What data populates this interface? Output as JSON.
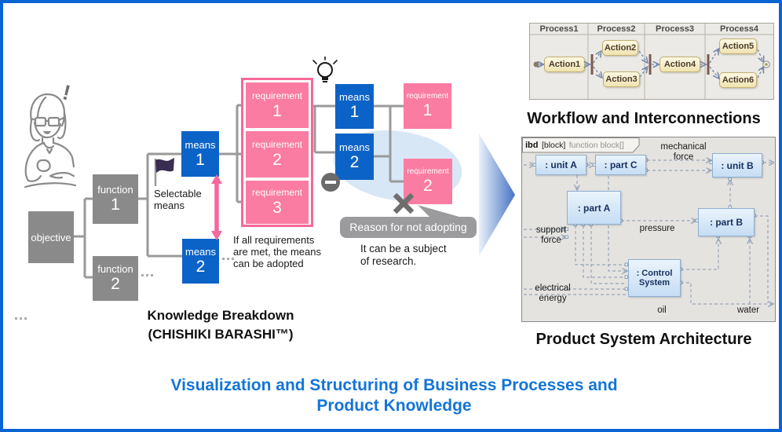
{
  "page": {
    "border_color": "#0A65D2",
    "background": "#FFFFFF"
  },
  "main_title": {
    "line1": "Visualization and Structuring of Business Processes and",
    "line2": "Product Knowledge",
    "color": "#1474D8"
  },
  "breakdown": {
    "caption_line1": "Knowledge Breakdown",
    "caption_line2": "(CHISHIKI BARASHI™)",
    "objective_label": "objective",
    "function1_word": "function",
    "function1_num": "1",
    "function2_word": "function",
    "function2_num": "2",
    "means1_word": "means",
    "means1_num": "1",
    "means2_word": "means",
    "means2_num": "2",
    "req1_word": "requirement",
    "req1_num": "1",
    "req2_word": "requirement",
    "req2_num": "2",
    "req3_word": "requirement",
    "req3_num": "3",
    "means1b_word": "means",
    "means1b_num": "1",
    "means2b_word": "means",
    "means2b_num": "2",
    "req1b_word": "requirement",
    "req1b_num": "1",
    "req2b_word": "requirement",
    "req2b_num": "2",
    "selectable_means_note": "Selectable\nmeans",
    "adoption_note": "If all requirements\nare met, the means\ncan be adopted",
    "reason_bubble": "Reason for not adopting",
    "research_note": "It can be a subject\nof research.",
    "exclamation": "!",
    "colors": {
      "box_blue": "#0C63C7",
      "box_pink": "#FA7CA3",
      "box_gray": "#8A8A8A",
      "pink_accent": "#F5679D",
      "highlight_ellipse": "#D8E7F6"
    }
  },
  "workflow": {
    "heading": "Workflow and Interconnections",
    "processes": [
      "Process1",
      "Process2",
      "Process3",
      "Process4"
    ],
    "actions": [
      "Action1",
      "Action2",
      "Action3",
      "Action4",
      "Action5",
      "Action6"
    ]
  },
  "architecture": {
    "heading": "Product System Architecture",
    "frame_keyword": "ibd",
    "frame_type": "[block]",
    "frame_name": "function block[]",
    "blocks": {
      "unit_a": ": unit A",
      "part_c": ": part C",
      "unit_b": ": unit B",
      "part_a": ": part A",
      "part_b": ": part B",
      "control": ": Control\nSystem"
    },
    "flows": {
      "mechanical": "mechanical\nforce",
      "support": "support\nforce",
      "pressure": "pressure",
      "electrical": "electrical\nenergy",
      "oil": "oil",
      "water": "water"
    }
  }
}
